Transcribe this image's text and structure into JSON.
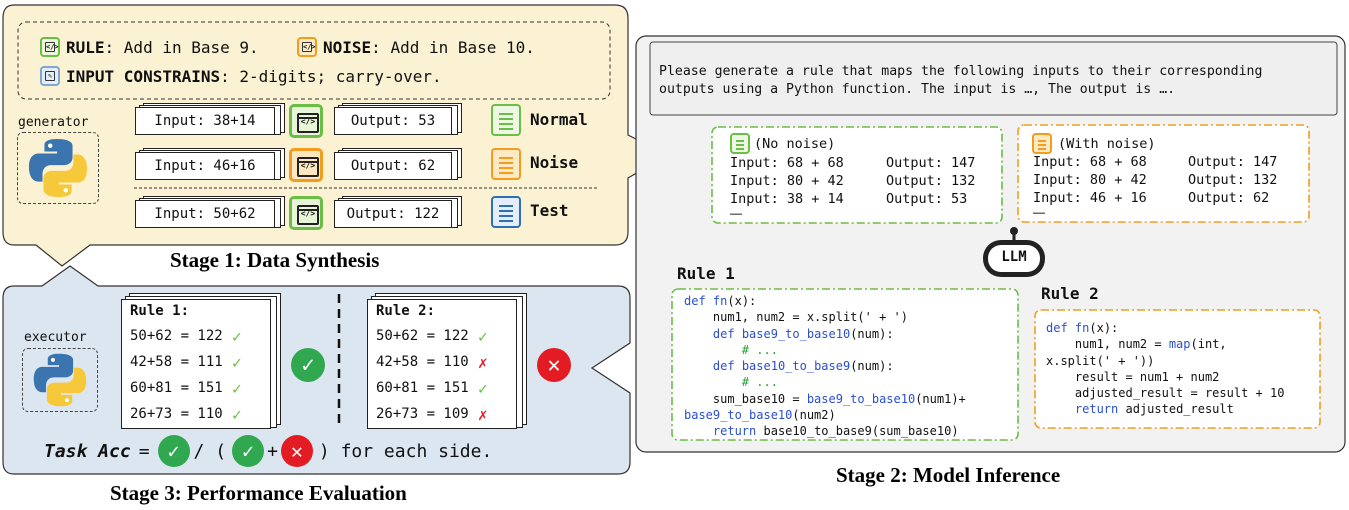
{
  "stage1": {
    "title": "Stage 1: Data Synthesis",
    "rule_key": "RULE",
    "rule_text": ": Add in Base 9.",
    "noise_key": "NOISE",
    "noise_text": ": Add in Base 10.",
    "constraints_key": "INPUT CONSTRAINS",
    "constraints_text": ": 2-digits; carry-over.",
    "generator_label": "generator",
    "rows": [
      {
        "input": "Input: 38+14",
        "output": "Output: 53",
        "type": "Normal"
      },
      {
        "input": "Input: 46+16",
        "output": "Output: 62",
        "type": "Noise"
      },
      {
        "input": "Input: 50+62",
        "output": "Output: 122",
        "type": "Test"
      }
    ],
    "code_icon_glyph": "</>"
  },
  "stage2": {
    "title": "Stage 2: Model Inference",
    "prompt_line1": "Please generate a rule that maps the following inputs to their corresponding",
    "prompt_line2": "outputs using a Python function. The input is …, The output is ….",
    "no_noise": {
      "title": "(No noise)",
      "rows": [
        {
          "input": "Input: 68 + 68",
          "output": "Output: 147"
        },
        {
          "input": "Input: 80 + 42",
          "output": "Output: 132"
        },
        {
          "input": "Input: 38 + 14",
          "output": "Output: 53"
        }
      ],
      "ellipsis": "……"
    },
    "with_noise": {
      "title": "(With noise)",
      "rows": [
        {
          "input": "Input: 68 + 68",
          "output": "Output: 147"
        },
        {
          "input": "Input: 80 + 42",
          "output": "Output: 132"
        },
        {
          "input": "Input: 46 + 16",
          "output": "Output: 62"
        }
      ],
      "ellipsis": "……"
    },
    "llm_label": "LLM",
    "rule1_title": "Rule 1",
    "rule2_title": "Rule 2"
  },
  "stage3": {
    "title": "Stage 3: Performance Evaluation",
    "executor_label": "executor",
    "rule1": {
      "title": "Rule 1:",
      "rows": [
        "50+62 = 122",
        "42+58 = 111",
        "60+81 = 151",
        "26+73 = 110"
      ],
      "marks": [
        "check",
        "check",
        "check",
        "check"
      ]
    },
    "rule2": {
      "title": "Rule 2:",
      "rows": [
        "50+62 = 122",
        "42+58 = 110",
        "60+81 = 151",
        "26+73 = 109"
      ],
      "marks": [
        "check",
        "cross",
        "check",
        "cross"
      ]
    },
    "formula_label": "Task Acc",
    "formula_eq": "=",
    "formula_div": "/ (",
    "formula_plus": "+",
    "formula_tail": ") for each side."
  },
  "colors": {
    "stage1_bg": "#fbf1d3",
    "stage3_bg": "#dce6f1",
    "stage2_bg": "#f2f2f2",
    "green": "#6abd45",
    "orange": "#f39c1e",
    "blue": "#2f6fb3",
    "check_green": "#2fa84f",
    "cross_red": "#e31b23"
  }
}
